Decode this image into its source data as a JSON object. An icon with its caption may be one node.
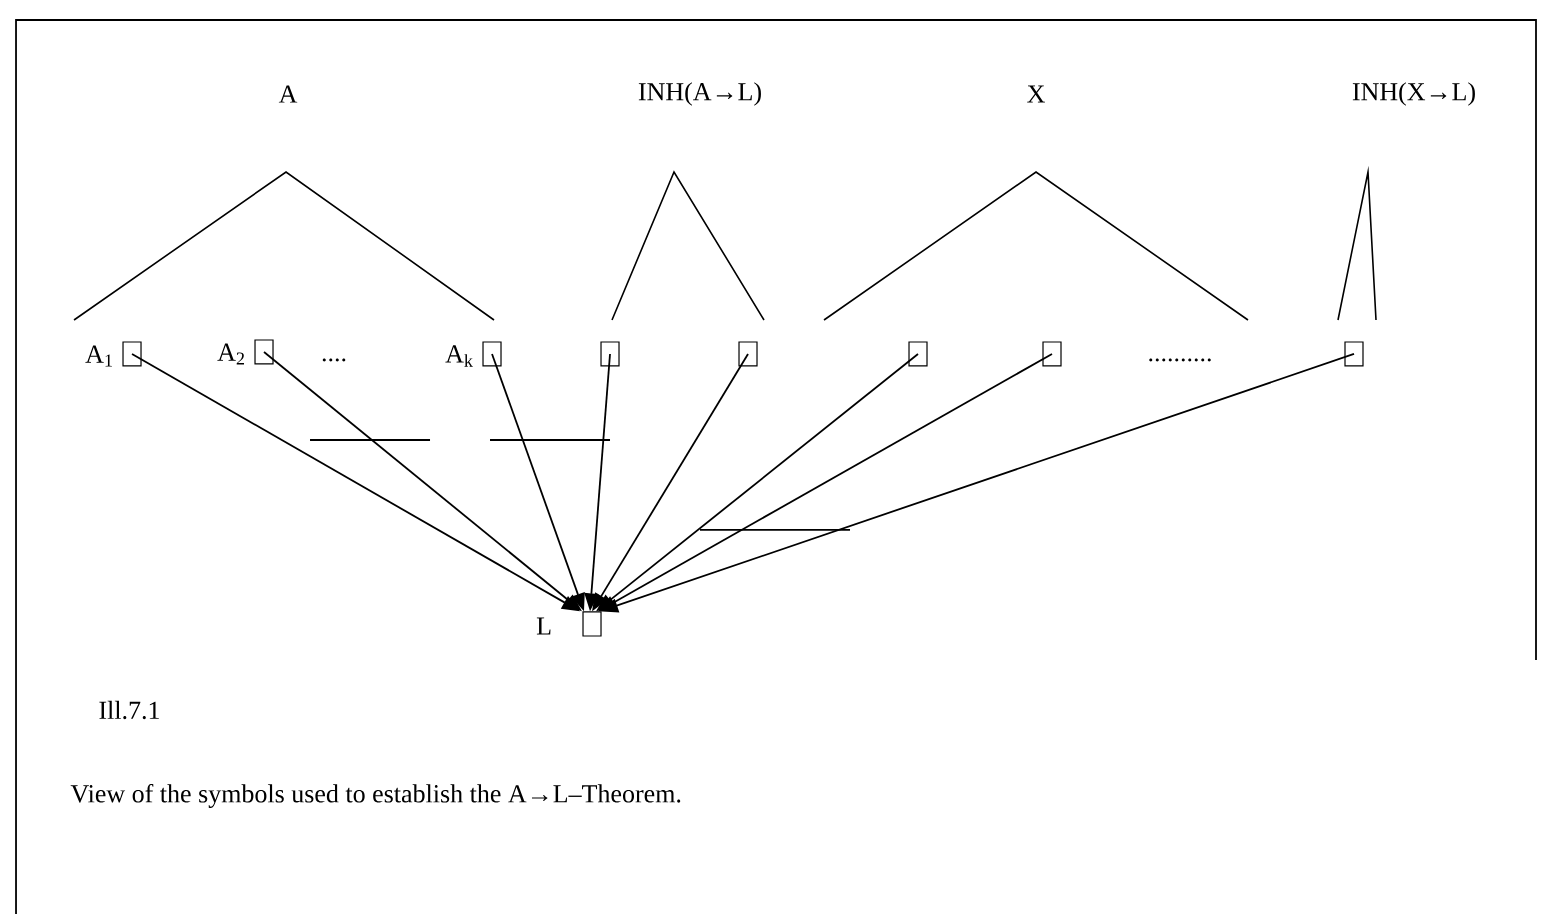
{
  "diagram": {
    "caption": "View of the symbols used to establish the A→L–Theorem.",
    "nodes": [
      {
        "text": [],
        "shape": "box",
        "beside": [
          "A$_{1}$"
        ]
      },
      {
        "text": [],
        "shape": "box",
        "beside": [
          "A$_{2}$"
        ]
      },
      {
        "text": [],
        "shape": "box",
        "beside": [
          "A$_{k}$"
        ]
      },
      {
        "text": [],
        "shape": "box"
      },
      {
        "text": [],
        "shape": "box"
      },
      {
        "text": [],
        "shape": "box"
      },
      {
        "text": [],
        "shape": "box"
      },
      {
        "text": [],
        "shape": "box"
      },
      {
        "text": [],
        "shape": "box",
        "beside": [
          "L"
        ]
      }
    ],
    "edges": [
      {
        "from": 0,
        "to": 8,
        "arrow": "to"
      },
      {
        "from": 1,
        "to": 8,
        "arrow": "to"
      },
      {
        "from": 2,
        "to": 8,
        "arrow": "to"
      },
      {
        "from": 3,
        "to": 8,
        "arrow": "to"
      },
      {
        "from": 4,
        "to": 8,
        "arrow": "to"
      },
      {
        "from": 5,
        "to": 8,
        "arrow": "to"
      },
      {
        "from": 6,
        "to": 8,
        "arrow": "to"
      },
      {
        "from": 7,
        "to": 8,
        "arrow": "to"
      }
    ],
    "labels": [
      "A",
      "INH(A→L)",
      "X",
      "INH(X→L)",
      "....",
      "..........",
      "Ill.7.1"
    ]
  }
}
